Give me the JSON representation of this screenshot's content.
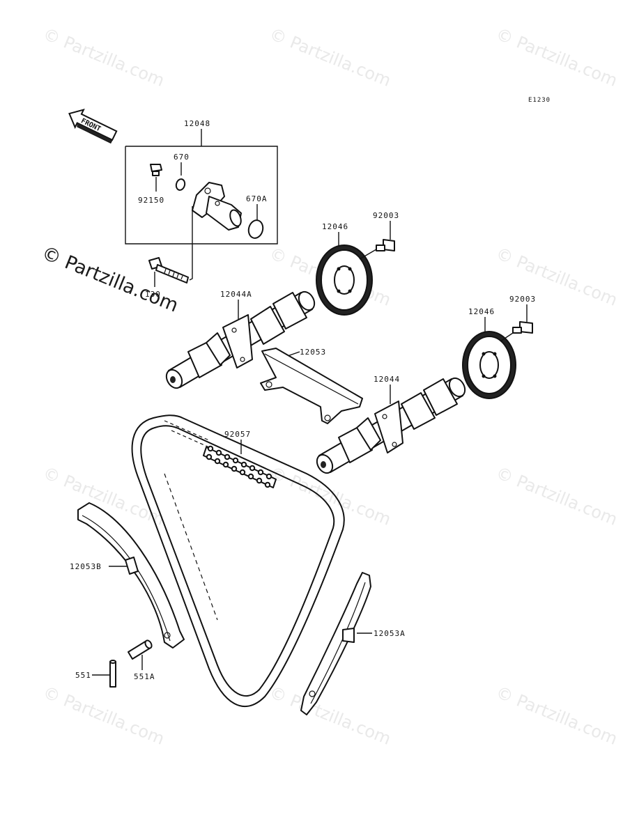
{
  "diagram_code": "E1230",
  "front_label": "FRONT",
  "watermark_text": "© Partzilla.com",
  "labels": {
    "p12048": "12048",
    "p670": "670",
    "p670a": "670A",
    "p92150": "92150",
    "p130": "130",
    "p12046_top": "12046",
    "p92003_top": "92003",
    "p12044a": "12044A",
    "p12053": "12053",
    "p12046_right": "12046",
    "p92003_right": "92003",
    "p12044": "12044",
    "p92057": "92057",
    "p12053b": "12053B",
    "p12053a": "12053A",
    "p551": "551",
    "p551a": "551A"
  }
}
